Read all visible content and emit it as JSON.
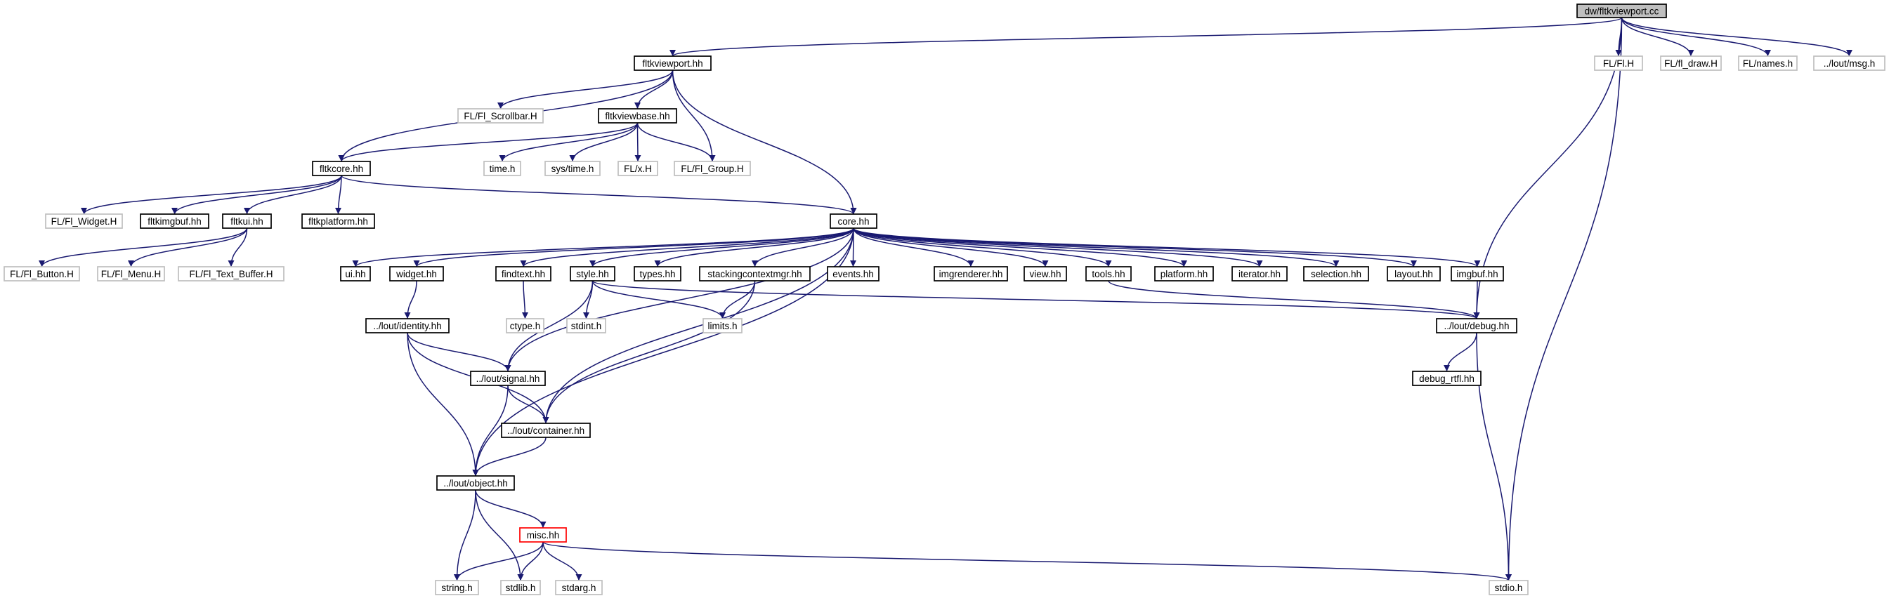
{
  "colors": {
    "edge": "#191970",
    "node_border": "#000000",
    "external_border": "#bfbfbf",
    "root_fill": "#bfbfbf",
    "missing_border": "#ff0000",
    "text": "#000000"
  },
  "nodes": {
    "root": {
      "label": "dw/fltkviewport.cc",
      "style": "root"
    },
    "fl_fl_h": {
      "label": "FL/Fl.H",
      "style": "external"
    },
    "fl_draw": {
      "label": "FL/fl_draw.H",
      "style": "external"
    },
    "fl_names": {
      "label": "FL/names.h",
      "style": "external"
    },
    "lout_msg": {
      "label": "../lout/msg.h",
      "style": "external"
    },
    "fltkviewport_hh": {
      "label": "fltkviewport.hh",
      "style": "normal"
    },
    "fl_scrollbar": {
      "label": "FL/Fl_Scrollbar.H",
      "style": "external"
    },
    "fltkviewbase": {
      "label": "fltkviewbase.hh",
      "style": "normal"
    },
    "fltkcore": {
      "label": "fltkcore.hh",
      "style": "normal"
    },
    "time_h": {
      "label": "time.h",
      "style": "external"
    },
    "sys_time": {
      "label": "sys/time.h",
      "style": "external"
    },
    "fl_x": {
      "label": "FL/x.H",
      "style": "external"
    },
    "fl_group": {
      "label": "FL/Fl_Group.H",
      "style": "external"
    },
    "fl_widget": {
      "label": "FL/Fl_Widget.H",
      "style": "external"
    },
    "fltkimgbuf": {
      "label": "fltkimgbuf.hh",
      "style": "normal"
    },
    "fltkui": {
      "label": "fltkui.hh",
      "style": "normal"
    },
    "fltkplatform": {
      "label": "fltkplatform.hh",
      "style": "normal"
    },
    "core_hh": {
      "label": "core.hh",
      "style": "normal"
    },
    "fl_button": {
      "label": "FL/Fl_Button.H",
      "style": "external"
    },
    "fl_menu": {
      "label": "FL/Fl_Menu.H",
      "style": "external"
    },
    "fl_text_buffer": {
      "label": "FL/Fl_Text_Buffer.H",
      "style": "external"
    },
    "ui_hh": {
      "label": "ui.hh",
      "style": "normal"
    },
    "widget_hh": {
      "label": "widget.hh",
      "style": "normal"
    },
    "findtext": {
      "label": "findtext.hh",
      "style": "normal"
    },
    "style_hh": {
      "label": "style.hh",
      "style": "normal"
    },
    "types_hh": {
      "label": "types.hh",
      "style": "normal"
    },
    "stackingcontextmgr": {
      "label": "stackingcontextmgr.hh",
      "style": "normal"
    },
    "events_hh": {
      "label": "events.hh",
      "style": "normal"
    },
    "imgrenderer": {
      "label": "imgrenderer.hh",
      "style": "normal"
    },
    "view_hh": {
      "label": "view.hh",
      "style": "normal"
    },
    "tools_hh": {
      "label": "tools.hh",
      "style": "normal"
    },
    "platform_hh": {
      "label": "platform.hh",
      "style": "normal"
    },
    "iterator_hh": {
      "label": "iterator.hh",
      "style": "normal"
    },
    "selection_hh": {
      "label": "selection.hh",
      "style": "normal"
    },
    "layout_hh": {
      "label": "layout.hh",
      "style": "normal"
    },
    "imgbuf_hh": {
      "label": "imgbuf.hh",
      "style": "normal"
    },
    "lout_identity": {
      "label": "../lout/identity.hh",
      "style": "normal"
    },
    "ctype_h": {
      "label": "ctype.h",
      "style": "external"
    },
    "stdint_h": {
      "label": "stdint.h",
      "style": "external"
    },
    "limits_h": {
      "label": "limits.h",
      "style": "external"
    },
    "lout_debug": {
      "label": "../lout/debug.hh",
      "style": "normal"
    },
    "lout_signal": {
      "label": "../lout/signal.hh",
      "style": "normal"
    },
    "debug_rtfl": {
      "label": "debug_rtfl.hh",
      "style": "normal"
    },
    "lout_container": {
      "label": "../lout/container.hh",
      "style": "normal"
    },
    "lout_object": {
      "label": "../lout/object.hh",
      "style": "normal"
    },
    "misc_hh": {
      "label": "misc.hh",
      "style": "missing"
    },
    "string_h": {
      "label": "string.h",
      "style": "external"
    },
    "stdlib_h": {
      "label": "stdlib.h",
      "style": "external"
    },
    "stdarg_h": {
      "label": "stdarg.h",
      "style": "external"
    },
    "stdio_h": {
      "label": "stdio.h",
      "style": "external"
    }
  },
  "edges": [
    [
      "root",
      "fltkviewport_hh"
    ],
    [
      "root",
      "fl_fl_h"
    ],
    [
      "root",
      "fl_draw"
    ],
    [
      "root",
      "fl_names"
    ],
    [
      "root",
      "lout_msg"
    ],
    [
      "root",
      "lout_debug"
    ],
    [
      "root",
      "stdio_h"
    ],
    [
      "fltkviewport_hh",
      "fl_scrollbar"
    ],
    [
      "fltkviewport_hh",
      "fltkviewbase"
    ],
    [
      "fltkviewport_hh",
      "fltkcore"
    ],
    [
      "fltkviewport_hh",
      "fl_group"
    ],
    [
      "fltkviewport_hh",
      "core_hh"
    ],
    [
      "fltkviewbase",
      "fltkcore"
    ],
    [
      "fltkviewbase",
      "time_h"
    ],
    [
      "fltkviewbase",
      "sys_time"
    ],
    [
      "fltkviewbase",
      "fl_x"
    ],
    [
      "fltkviewbase",
      "fl_group"
    ],
    [
      "fltkcore",
      "fl_widget"
    ],
    [
      "fltkcore",
      "fltkimgbuf"
    ],
    [
      "fltkcore",
      "fltkui"
    ],
    [
      "fltkcore",
      "fltkplatform"
    ],
    [
      "fltkcore",
      "core_hh"
    ],
    [
      "fltkui",
      "fl_button"
    ],
    [
      "fltkui",
      "fl_menu"
    ],
    [
      "fltkui",
      "fl_text_buffer"
    ],
    [
      "core_hh",
      "ui_hh"
    ],
    [
      "core_hh",
      "widget_hh"
    ],
    [
      "core_hh",
      "findtext"
    ],
    [
      "core_hh",
      "style_hh"
    ],
    [
      "core_hh",
      "types_hh"
    ],
    [
      "core_hh",
      "stackingcontextmgr"
    ],
    [
      "core_hh",
      "events_hh"
    ],
    [
      "core_hh",
      "imgrenderer"
    ],
    [
      "core_hh",
      "view_hh"
    ],
    [
      "core_hh",
      "tools_hh"
    ],
    [
      "core_hh",
      "platform_hh"
    ],
    [
      "core_hh",
      "iterator_hh"
    ],
    [
      "core_hh",
      "selection_hh"
    ],
    [
      "core_hh",
      "layout_hh"
    ],
    [
      "core_hh",
      "imgbuf_hh"
    ],
    [
      "core_hh",
      "lout_object"
    ],
    [
      "core_hh",
      "lout_signal"
    ],
    [
      "core_hh",
      "lout_container"
    ],
    [
      "widget_hh",
      "lout_identity"
    ],
    [
      "findtext",
      "ctype_h"
    ],
    [
      "style_hh",
      "stdint_h"
    ],
    [
      "style_hh",
      "limits_h"
    ],
    [
      "style_hh",
      "lout_debug"
    ],
    [
      "style_hh",
      "lout_signal"
    ],
    [
      "stackingcontextmgr",
      "limits_h"
    ],
    [
      "stackingcontextmgr",
      "lout_container"
    ],
    [
      "tools_hh",
      "lout_debug"
    ],
    [
      "imgbuf_hh",
      "lout_debug"
    ],
    [
      "lout_identity",
      "lout_signal"
    ],
    [
      "lout_identity",
      "lout_container"
    ],
    [
      "lout_identity",
      "lout_object"
    ],
    [
      "lout_signal",
      "lout_container"
    ],
    [
      "lout_signal",
      "lout_object"
    ],
    [
      "lout_container",
      "lout_object"
    ],
    [
      "lout_debug",
      "debug_rtfl"
    ],
    [
      "lout_debug",
      "stdio_h"
    ],
    [
      "lout_object",
      "misc_hh"
    ],
    [
      "lout_object",
      "string_h"
    ],
    [
      "lout_object",
      "stdlib_h"
    ],
    [
      "misc_hh",
      "string_h"
    ],
    [
      "misc_hh",
      "stdlib_h"
    ],
    [
      "misc_hh",
      "stdarg_h"
    ],
    [
      "misc_hh",
      "stdio_h"
    ]
  ]
}
